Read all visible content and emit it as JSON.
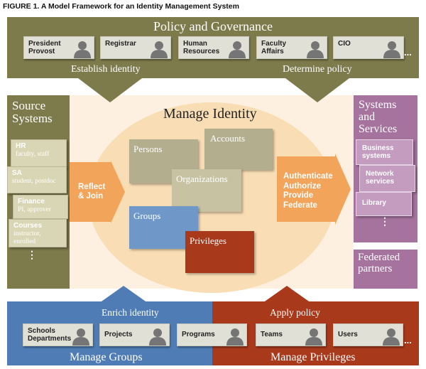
{
  "figure_title": "FIGURE 1. A Model Framework for an Identity Management System",
  "policy": {
    "title": "Policy and Governance",
    "cards": [
      "President\nProvost",
      "Registrar",
      "Human\nResources",
      "Faculty\nAffairs",
      "CIO"
    ],
    "more": "...",
    "left_action": "Establish identity",
    "right_action": "Determine policy"
  },
  "source": {
    "title": "Source\nSystems",
    "items": [
      {
        "title": "HR",
        "sub": "faculty, staff"
      },
      {
        "title": "SA",
        "sub": "student, postdoc"
      },
      {
        "title": "Finance",
        "sub": "PI, approver"
      },
      {
        "title": "Courses",
        "sub": "instructor,\nenrolled"
      }
    ],
    "more": "⋮"
  },
  "center": {
    "title": "Manage Identity",
    "reflect": "Reflect\n& Join",
    "auth": "Authenticate\nAuthorize\nProvide\nFederate",
    "entities": {
      "persons": "Persons",
      "accounts": "Accounts",
      "organizations": "Organizations",
      "groups": "Groups",
      "privileges": "Privileges"
    }
  },
  "systems": {
    "title": "Systems\nand\nServices",
    "items": [
      "Business\nsystems",
      "Network\nservices",
      "Library"
    ],
    "more": "⋮",
    "federated": "Federated\npartners"
  },
  "groups": {
    "title": "Manage Groups",
    "action": "Enrich identity",
    "cards": [
      "Schools\nDepartments",
      "Projects",
      "Programs"
    ]
  },
  "privileges": {
    "title": "Manage Privileges",
    "action": "Apply policy",
    "cards": [
      "Teams",
      "Users"
    ],
    "more": "..."
  },
  "colors": {
    "olive": "#7d7a4b",
    "olive_light": "#d9d6b5",
    "purple": "#a5739e",
    "blue": "#4f7cb5",
    "rust": "#a8391b",
    "orange": "#f0a85a",
    "ellipse": "#f9ddb4"
  }
}
